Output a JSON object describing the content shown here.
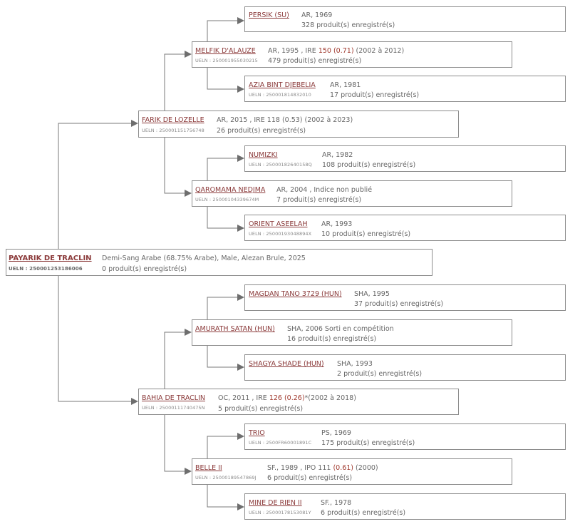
{
  "colors": {
    "link": "#8b3a3a",
    "index_highlight": "#a0392e",
    "line": "#7a7a7a",
    "border": "#8c8c8c"
  },
  "main": {
    "name": "PAYARIK DE TRACLIN",
    "ueln": "UELN : 250001253186006",
    "info": "Demi-Sang Arabe (68.75% Arabe), Male, Alezan Brule, 2025",
    "produits": "0 produit(s) enregistré(s)"
  },
  "sire": {
    "name": "FARIK DE LOZELLE",
    "ueln": "UELN : 250001151756748",
    "info": "AR, 2015 , IRE 118 (0.53) (2002 à 2023)",
    "produits": "26 produit(s) enregistré(s)"
  },
  "sire_sire": {
    "name": "MELFIK D'ALAUZE",
    "ueln": "UELN : 250001955030215",
    "info_before": "AR, 1995 , IRE ",
    "info_index": "150 (0.71)",
    "info_after": " (2002 à 2012)",
    "produits": "479 produit(s) enregistré(s)"
  },
  "sire_sire_sire": {
    "name": "PERSIK (SU)",
    "info": "AR, 1969",
    "produits": "328 produit(s) enregistré(s)"
  },
  "sire_sire_dam": {
    "name": "AZIA BINT DJEBELIA",
    "ueln": "UELN : 250001814832010",
    "info": "AR, 1981",
    "produits": "17 produit(s) enregistré(s)"
  },
  "sire_dam": {
    "name": "QAROMAMA NEDJMA",
    "ueln": "UELN : 25000104339674M",
    "info": "AR, 2004 , Indice non publié",
    "produits": "7 produit(s) enregistré(s)"
  },
  "sire_dam_sire": {
    "name": "NUMIZKI",
    "ueln": "UELN : 25000182640158Q",
    "info": "AR, 1982",
    "produits": "108 produit(s) enregistré(s)"
  },
  "sire_dam_dam": {
    "name": "ORIENT ASEELAH",
    "ueln": "UELN : 25000193048894X",
    "info": "AR, 1993",
    "produits": "10 produit(s) enregistré(s)"
  },
  "dam": {
    "name": "BAHIA DE TRACLIN",
    "ueln": "UELN : 25000111740475N",
    "info_before": "OC, 2011 , IRE ",
    "info_index": "126 (0.26)",
    "info_after": "*(2002 à 2018)",
    "produits": "5 produit(s) enregistré(s)"
  },
  "dam_sire": {
    "name": "AMURATH SATAN (HUN)",
    "info": "SHA, 2006 Sorti en compétition",
    "produits": "16 produit(s) enregistré(s)"
  },
  "dam_sire_sire": {
    "name": "MAGDAN TANO 3729 (HUN)",
    "info": "SHA, 1995",
    "produits": "37 produit(s) enregistré(s)"
  },
  "dam_sire_dam": {
    "name": "SHAGYA SHADE (HUN)",
    "info": "SHA, 1993",
    "produits": "2 produit(s) enregistré(s)"
  },
  "dam_dam": {
    "name": "BELLE II",
    "ueln": "UELN : 25000189547869J",
    "info_before": "SF., 1989 , IPO 111 ",
    "info_index": "(0.61)",
    "info_after": " (2000)",
    "produits": "6 produit(s) enregistré(s)"
  },
  "dam_dam_sire": {
    "name": "TRIO",
    "ueln": "UELN : 2500FR60001891C",
    "info": "PS, 1969",
    "produits": "175 produit(s) enregistré(s)"
  },
  "dam_dam_dam": {
    "name": "MINE DE RIEN II",
    "ueln": "UELN : 25000178153081Y",
    "info": "SF., 1978",
    "produits": "6 produit(s) enregistré(s)"
  }
}
